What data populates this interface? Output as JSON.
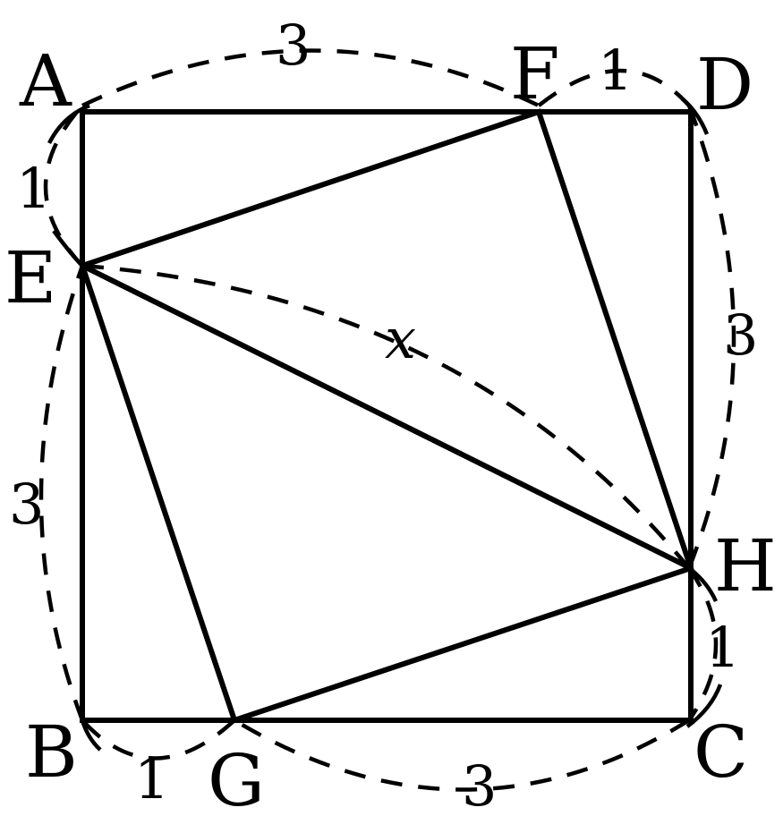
{
  "points": {
    "A": "A",
    "B": "B",
    "C": "C",
    "D": "D",
    "E": "E",
    "F": "F",
    "G": "G",
    "H": "H"
  },
  "lengths": {
    "AF": "3",
    "FD": "1",
    "DH": "3",
    "HC": "1",
    "CG": "3",
    "GB": "1",
    "BE": "3",
    "EA": "1",
    "EH": "x"
  }
}
